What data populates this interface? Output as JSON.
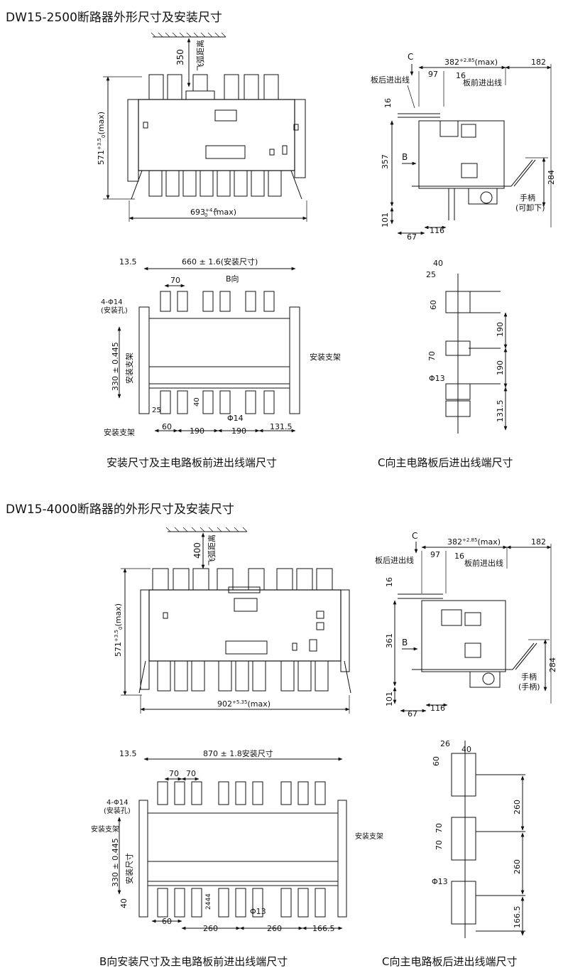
{
  "section1": {
    "title": "DW15-2500断路器外形尺寸及安装尺寸",
    "front": {
      "arc_distance": "350",
      "arc_label": "飞弧距离",
      "height": "571",
      "height_tol": "+3.5",
      "height_tol2": "0",
      "height_suffix": "(max)",
      "width": "693",
      "width_tol": "+4.0",
      "width_tol2": "0",
      "width_suffix": "(max)"
    },
    "side": {
      "c_label": "C",
      "depth": "382",
      "depth_tol": "+2.85",
      "depth_tol2": "0",
      "depth_suffix": "(max)",
      "right_offset": "182",
      "rear_label": "板后进出线",
      "d97": "97",
      "d16a": "16",
      "front_label": "板前进出线",
      "d16b": "16",
      "b_label": "B",
      "d357": "357",
      "d284": "284",
      "handle_label": "手柄",
      "handle_note": "(可卸下)",
      "d101": "101",
      "d67": "67",
      "d116": "116"
    },
    "mount": {
      "d13_5": "13.5",
      "d660": "660 ± 1.6(安装尺寸)",
      "b_dir": "B向",
      "d70": "70",
      "holes": "4-Φ14",
      "holes_note": "(安装孔)",
      "d330": "330 ± 0.445",
      "support_v": "安装支架",
      "d25": "25",
      "d40": "40",
      "phi14": "Φ14",
      "d60": "60",
      "d190a": "190",
      "d190b": "190",
      "d131": "131.5",
      "support_right": "安装支架",
      "support_bottom": "安装支架"
    },
    "rear": {
      "d40": "40",
      "d25": "25",
      "d60": "60",
      "d190a": "190",
      "d70": "70",
      "d190b": "190",
      "phi13": "Φ13",
      "d131": "131.5"
    },
    "caption_left": "安装尺寸及主电路板前进出线端尺寸",
    "caption_right": "C向主电路板后进出线端尺寸"
  },
  "section2": {
    "title": "DW15-4000断路器的外形尺寸及安装尺寸",
    "front": {
      "arc_distance": "400",
      "arc_label": "飞弧距离",
      "height": "571",
      "height_tol": "+3.5",
      "height_tol2": "0",
      "height_suffix": "(max)",
      "width": "902",
      "width_tol": "+5.35",
      "width_tol2": "0",
      "width_suffix": "(max)"
    },
    "side": {
      "c_label": "C",
      "depth": "382",
      "depth_tol": "+2.85",
      "depth_tol2": "0",
      "depth_suffix": "(max)",
      "right_offset": "182",
      "rear_label": "板后进出线",
      "d97": "97",
      "d16a": "16",
      "front_label": "板前进出线",
      "d16b": "16",
      "b_label": "B",
      "d361": "361",
      "d284": "284",
      "handle_label": "手柄",
      "handle_note": "(手柄)",
      "d101": "101",
      "d67": "67",
      "d116": "116"
    },
    "mount": {
      "d13_5": "13.5",
      "d870": "870 ± 1.8安装尺寸",
      "d70a": "70",
      "d70b": "70",
      "holes": "4-Φ14",
      "holes_note": "(安装孔)",
      "support_left": "安装支架",
      "support_right": "安装支架",
      "d330": "330 ± 0.445",
      "mount_size": "安装尺寸",
      "d40": "40",
      "d2444": "2444",
      "phi13": "Φ13",
      "d60": "60",
      "d260a": "260",
      "d260b": "260",
      "d166": "166.5"
    },
    "rear": {
      "d26": "26",
      "d40": "40",
      "d60": "60",
      "d260a": "260",
      "d70a": "70",
      "d70b": "70",
      "d260b": "260",
      "phi13": "Φ13",
      "d166": "166.5"
    },
    "caption_left": "B向安装尺寸及主电路板前进出线端尺寸",
    "caption_right": "C向主电路板后进出线端尺寸"
  }
}
